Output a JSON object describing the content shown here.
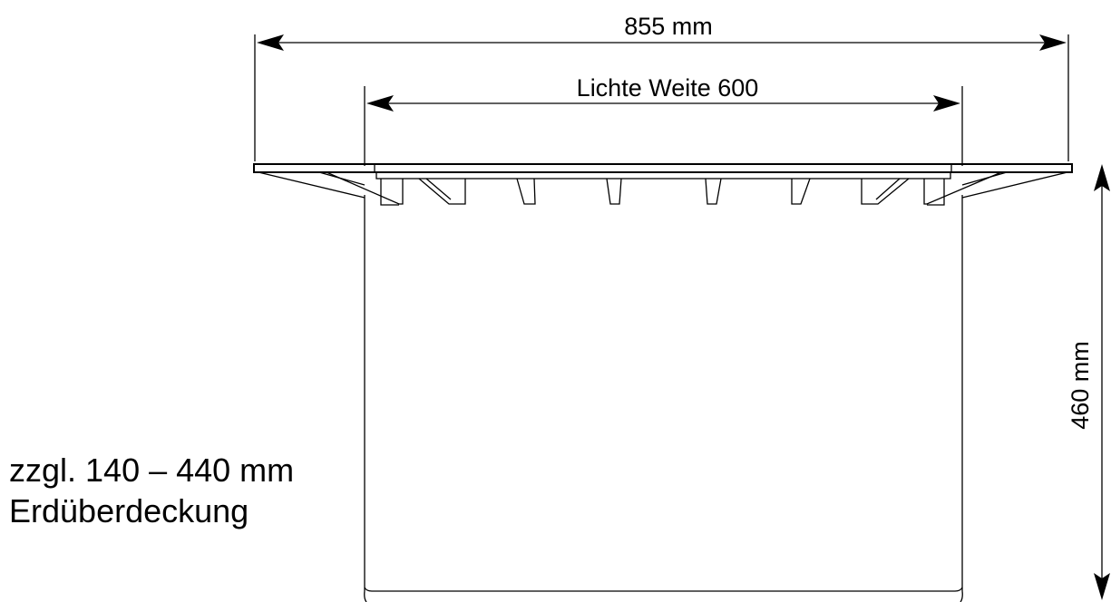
{
  "dimensions": {
    "overall_width": "855 mm",
    "clear_width": "Lichte Weite 600",
    "height": "460 mm"
  },
  "note": {
    "line1": "zzgl. 140 – 440 mm",
    "line2": "Erdüberdeckung"
  }
}
